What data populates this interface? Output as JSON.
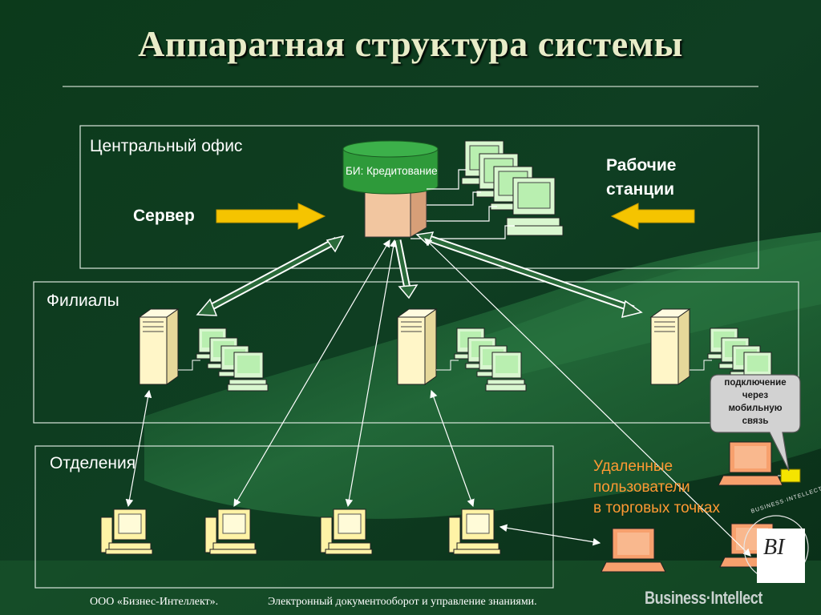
{
  "slide": {
    "title": "Аппаратная структура системы",
    "footer_company": "ООО «Бизнес-Интеллект».",
    "footer_subtitle": "Электронный документооборот и управление знаниями.",
    "brand": "Business·Intellect",
    "logo_text": "BI",
    "logo_ring_text": "BUSINESS·INTELLECT"
  },
  "diagram": {
    "central_office": {
      "label": "Центральный офис",
      "server_label": "Сервер",
      "database_label": "БИ: Кредитование",
      "workstations_label_line1": "Рабочие",
      "workstations_label_line2": "станции"
    },
    "branches": {
      "label": "Филиалы"
    },
    "departments": {
      "label": "Отделения"
    },
    "remote_users": {
      "line1": "Удаленные",
      "line2": "пользователи",
      "line3": "в торговых точках"
    },
    "mobile_callout": {
      "line1": "подключение",
      "line2": "через",
      "line3": "мобильную",
      "line4": "связь"
    }
  },
  "colors": {
    "background": "#0f3a1f",
    "frame_border": "#d9e6dc",
    "server_body": "#f2c6a0",
    "database": "#2e9a3a",
    "workstation": "#d9f7d0",
    "dept_terminal": "#fff3a6",
    "laptop": "#f7a06d",
    "remote_text": "#ff9933",
    "yellow_arrow": "#f5c400"
  }
}
